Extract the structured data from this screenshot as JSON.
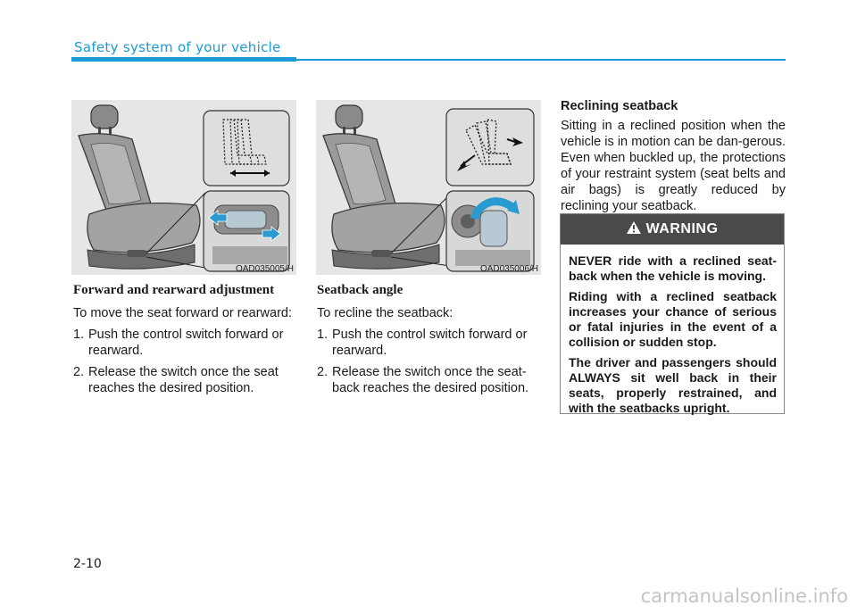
{
  "header": {
    "title": "Safety system of your vehicle"
  },
  "figures": [
    {
      "code": "OAD035005/H"
    },
    {
      "code": "OAD035006/H"
    }
  ],
  "section_forward": {
    "title": "Forward and rearward adjustment",
    "intro": "To move the seat forward or rearward:",
    "steps": [
      {
        "num": "1.",
        "text": "Push the control switch forward or rearward."
      },
      {
        "num": "2.",
        "text": "Release the switch once the seat reaches the desired position."
      }
    ]
  },
  "section_angle": {
    "title": "Seatback angle",
    "intro": "To recline the seatback:",
    "steps": [
      {
        "num": "1.",
        "text": "Push the control switch forward or rearward."
      },
      {
        "num": "2.",
        "text": "Release the switch once the seat-back reaches the desired position."
      }
    ]
  },
  "section_reclining": {
    "title": "Reclining seatback",
    "body": "Sitting in a reclined position when the vehicle is in motion can be dan-gerous. Even when buckled up, the protections of your restraint system (seat belts and air bags) is greatly reduced by reclining your seatback."
  },
  "warning": {
    "label": "WARNING",
    "paragraphs": [
      "NEVER ride with a reclined seat-back when the vehicle is moving.",
      "Riding with a reclined seatback increases your chance of serious or fatal injuries in the event of a collision or sudden stop.",
      "The driver and passengers should ALWAYS sit well back in their seats, properly restrained, and with the seatbacks upright."
    ]
  },
  "page_number": "2-10",
  "watermark": "carmanualsonline.info",
  "colors": {
    "accent": "#1a9ad6",
    "warning_header": "#4a4a4a",
    "control_highlight": "#2a9bd0"
  }
}
